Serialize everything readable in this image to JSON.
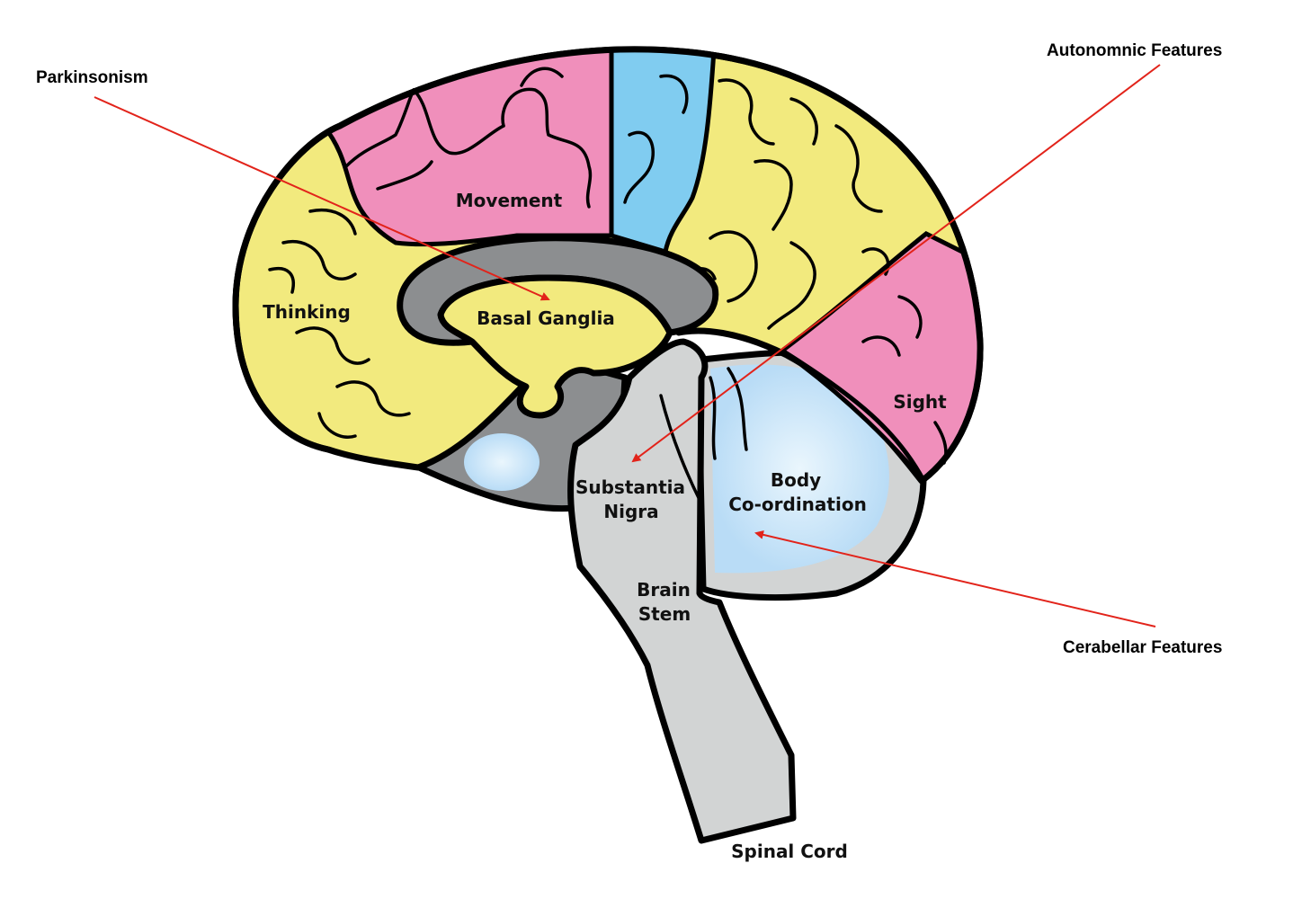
{
  "colors": {
    "pink": "#f08fbb",
    "yellow": "#f2ea7e",
    "blue": "#80ccf0",
    "light_blue": "#b9dcf6",
    "dark_gray": "#8c8e90",
    "light_gray": "#d2d4d4",
    "arrow_red": "#e2231a",
    "outline": "#000000"
  },
  "regions": {
    "thinking": "Thinking",
    "movement": "Movement",
    "basal_ganglia": "Basal Ganglia",
    "sight": "Sight",
    "body_coordination": [
      "Body",
      "Co-ordination"
    ],
    "substantia_nigra": [
      "Substantia",
      "Nigra"
    ],
    "brain_stem": [
      "Brain",
      "Stem"
    ],
    "spinal_cord": "Spinal Cord"
  },
  "callouts": {
    "parkinsonism": "Parkinsonism",
    "autonomic": "Autonomnic Features",
    "cerebellar": "Cerabellar Features"
  }
}
